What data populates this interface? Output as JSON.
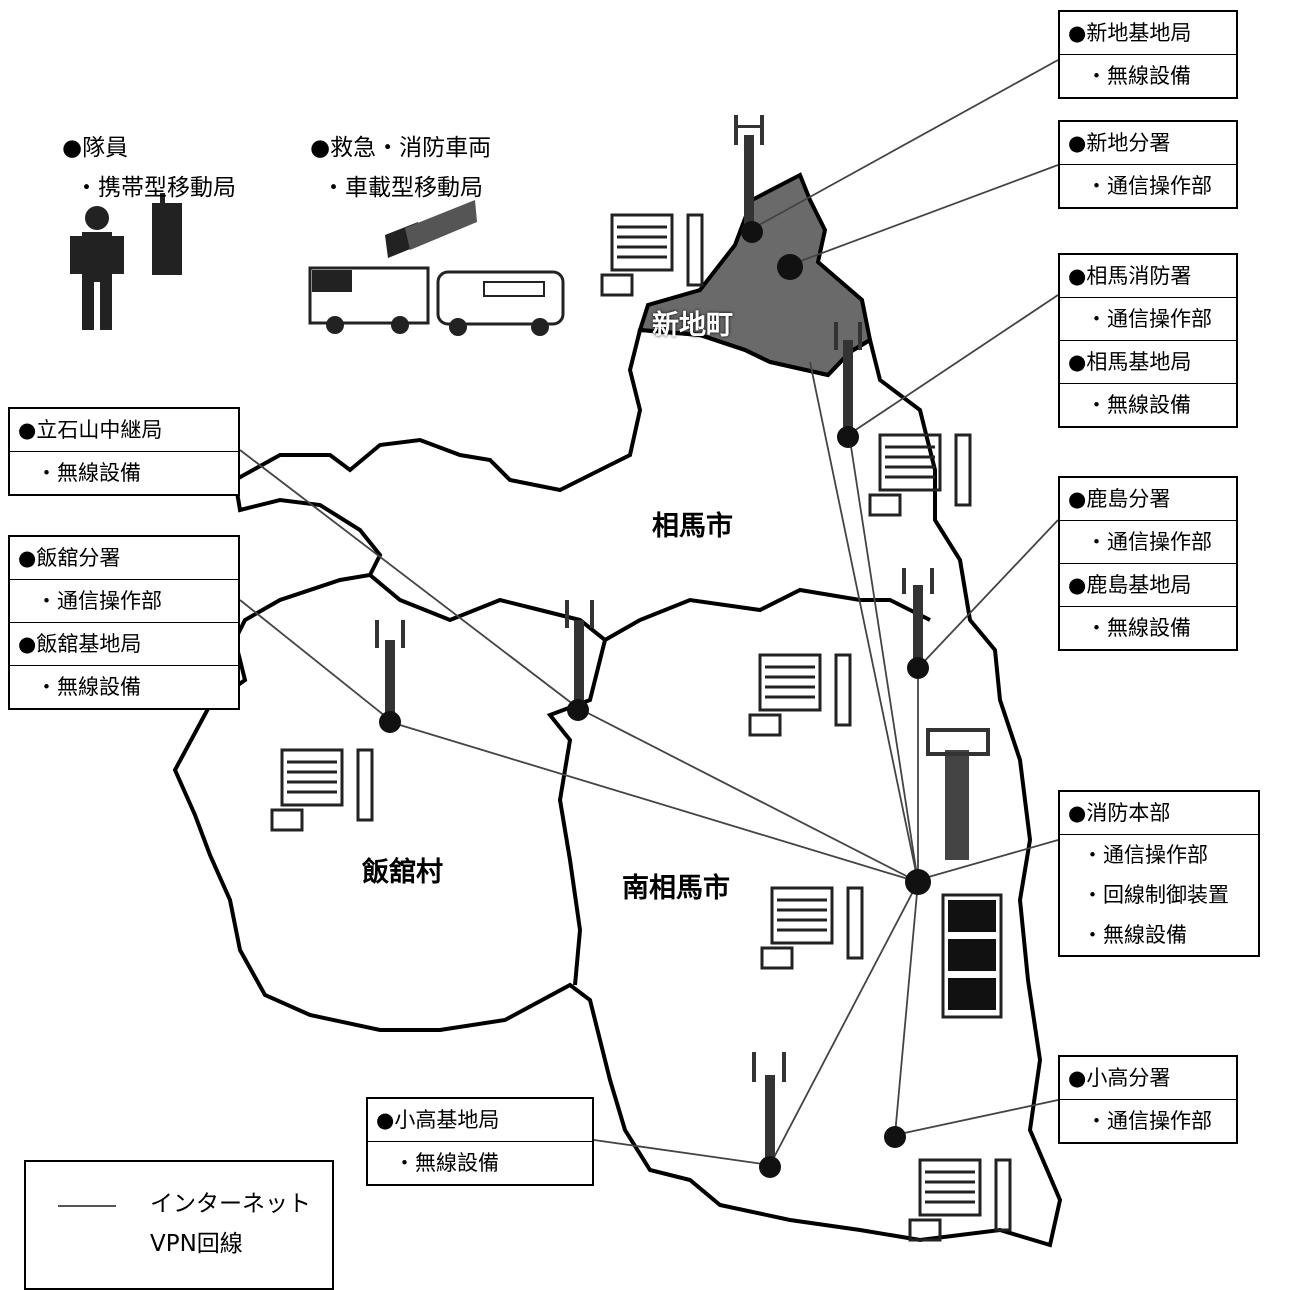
{
  "labels": {
    "shinchi_base": {
      "title": "●新地基地局",
      "items": [
        "・無線設備"
      ]
    },
    "shinchi_branch": {
      "title": "●新地分署",
      "items": [
        "・通信操作部"
      ]
    },
    "soma_station": {
      "title": "●相馬消防署",
      "items": [
        "・通信操作部"
      ]
    },
    "soma_base": {
      "title": "●相馬基地局",
      "items": [
        "・無線設備"
      ]
    },
    "tateishi": {
      "title": "●立石山中継局",
      "items": [
        "・無線設備"
      ]
    },
    "kashima_branch": {
      "title": "●鹿島分署",
      "items": [
        "・通信操作部"
      ]
    },
    "kashima_base": {
      "title": "●鹿島基地局",
      "items": [
        "・無線設備"
      ]
    },
    "iitate_branch": {
      "title": "●飯舘分署",
      "items": [
        "・通信操作部"
      ]
    },
    "iitate_base": {
      "title": "●飯舘基地局",
      "items": [
        "・無線設備"
      ]
    },
    "hq": {
      "title": "●消防本部",
      "items": [
        "・通信操作部",
        "・回線制御装置",
        "・無線設備"
      ]
    },
    "odaka_branch": {
      "title": "●小高分署",
      "items": [
        "・通信操作部"
      ]
    },
    "odaka_base": {
      "title": "●小高基地局",
      "items": [
        "・無線設備"
      ]
    }
  },
  "free_labels": {
    "crew_title": "●隊員",
    "crew_item": "・携帯型移動局",
    "vehicle_title": "●救急・消防車両",
    "vehicle_item": "・車載型移動局"
  },
  "places": {
    "shinchi": "新地町",
    "soma": "相馬市",
    "minamisoma": "南相馬市",
    "iitate": "飯舘村"
  },
  "legend": {
    "line1": "インターネット",
    "line2": "VPN回線"
  }
}
